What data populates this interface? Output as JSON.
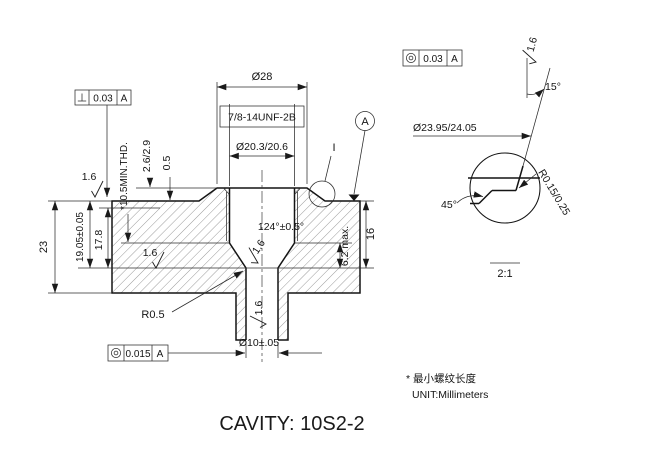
{
  "drawing": {
    "title": "CAVITY: 10S2-2",
    "footnote": "* 最小螺纹长度",
    "unit_note": "UNIT:Millimeters"
  },
  "main_view": {
    "dim_dia28": "Ø28",
    "thread_callout": "7/8-14UNF-2B",
    "dim_dia203": "Ø20.3/20.6",
    "dim_groove_depth": "2.6/2.9",
    "dim_step": "0.5",
    "dim_thread_depth": "*10.5MIN.THD.",
    "dim_height_23": "23",
    "dim_depth_1905": "19.05±0.05",
    "dim_depth_178": "17.8",
    "dim_depth_16": "16",
    "dim_depth_62": "6.2 max.",
    "dim_angle_124": "124°±0.5°",
    "dim_r05": "R0.5",
    "dim_dia10": "Ø10±.05",
    "surface_finish": "1.6",
    "detail_label": "I",
    "datum_label": "A",
    "fcf_perpendicularity": {
      "symbol": "⊥",
      "tolerance": "0.03",
      "datum": "A"
    },
    "fcf_concentricity": {
      "symbol": "◎",
      "tolerance": "0.015",
      "datum": "A"
    }
  },
  "detail_view": {
    "fcf_concentricity": {
      "symbol": "◎",
      "tolerance": "0.03",
      "datum": "A"
    },
    "surface_finish": "1.6",
    "dim_angle_15": "15°",
    "dim_dia_2395": "Ø23.95/24.05",
    "dim_r015": "R0.15/0.25",
    "dim_angle_45": "45°",
    "scale_label": "2:1"
  }
}
